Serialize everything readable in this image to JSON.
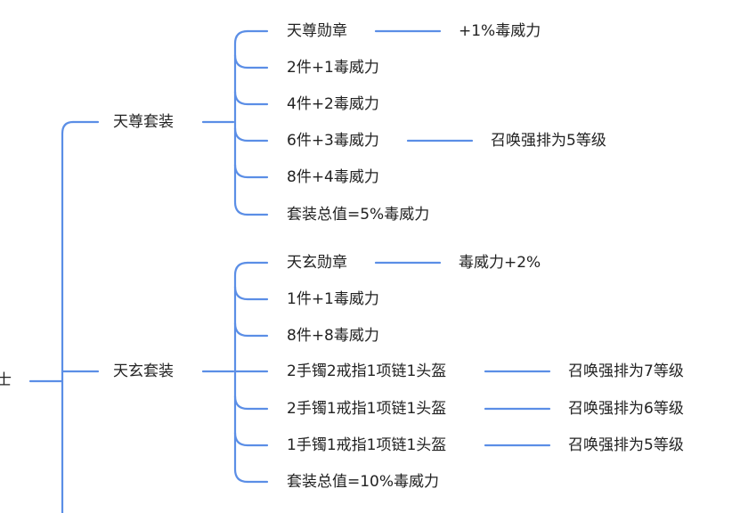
{
  "root": {
    "label": "士"
  },
  "branches": [
    {
      "label": "天尊套装",
      "items": [
        {
          "label": "天尊勋章",
          "detail": "+1%毒威力"
        },
        {
          "label": "2件+1毒威力"
        },
        {
          "label": "4件+2毒威力"
        },
        {
          "label": "6件+3毒威力",
          "detail": "召唤强排为5等级"
        },
        {
          "label": "8件+4毒威力"
        },
        {
          "label": "套装总值=5%毒威力"
        }
      ]
    },
    {
      "label": "天玄套装",
      "items": [
        {
          "label": "天玄勋章",
          "detail": "毒威力+2%"
        },
        {
          "label": "1件+1毒威力"
        },
        {
          "label": "8件+8毒威力"
        },
        {
          "label": "2手镯2戒指1项链1头盔",
          "detail": "召唤强排为7等级"
        },
        {
          "label": "2手镯1戒指1项链1头盔",
          "detail": "召唤强排为6等级"
        },
        {
          "label": "1手镯1戒指1项链1头盔",
          "detail": "召唤强排为5等级"
        },
        {
          "label": "套装总值=10%毒威力"
        }
      ]
    }
  ],
  "colors": {
    "line": "#5b8ee6",
    "text": "#222222"
  }
}
